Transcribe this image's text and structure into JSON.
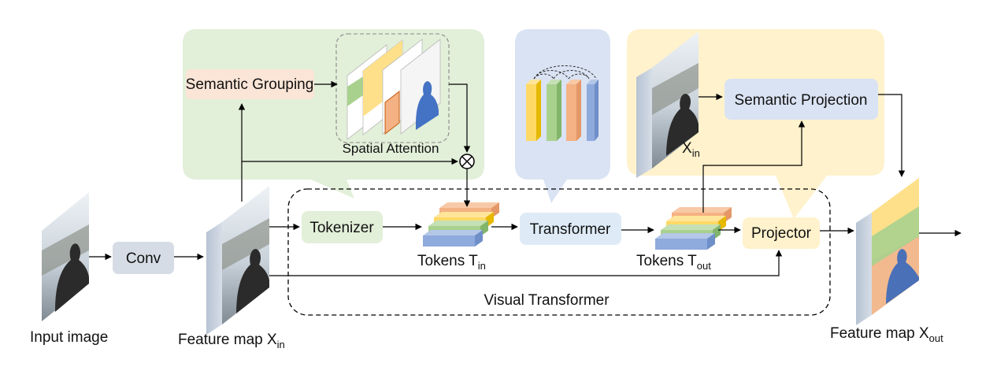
{
  "labels": {
    "input_image": "Input image",
    "conv": "Conv",
    "feature_map_in": "Feature map X",
    "feature_map_in_sub": "in",
    "tokenizer": "Tokenizer",
    "tokens_in": "Tokens T",
    "tokens_in_sub": "in",
    "transformer": "Transformer",
    "tokens_out": "Tokens T",
    "tokens_out_sub": "out",
    "projector": "Projector",
    "visual_transformer": "Visual Transformer",
    "semantic_grouping": "Semantic Grouping",
    "spatial_attention": "Spatial Attention",
    "x_in": "X",
    "x_in_sub": "in",
    "semantic_projection": "Semantic Projection",
    "feature_map_out": "Feature map X",
    "feature_map_out_sub": "out"
  },
  "colors": {
    "green_bubble": "#e2efd9",
    "blue_bubble": "#dae3f3",
    "yellow_bubble": "#fff2cc",
    "tokenizer_box": "#e2efd9",
    "transformer_box": "#deebf7",
    "projector_box": "#fff2cc",
    "conv_box": "#d6dce5",
    "semantic_grouping_box": "#fbe5d6",
    "semantic_projection_box": "#dae3f3",
    "token_orange": "#f4b183",
    "token_yellow": "#ffd966",
    "token_green": "#a9d18e",
    "token_blue": "#8faadc"
  }
}
